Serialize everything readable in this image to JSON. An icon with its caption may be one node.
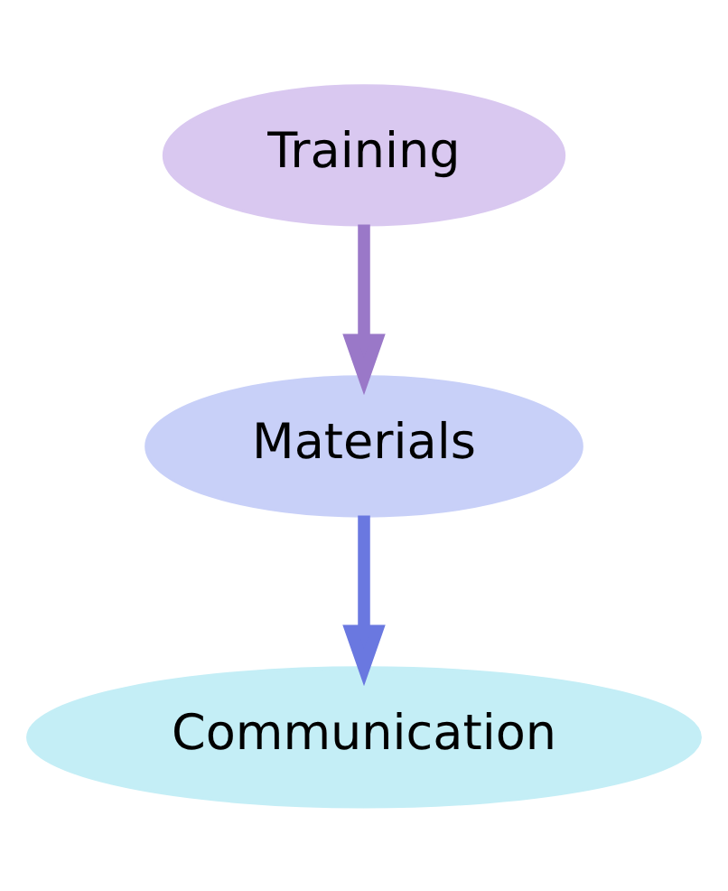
{
  "diagram": {
    "nodes": [
      {
        "text": [
          "Training"
        ]
      },
      {
        "text": [
          "Materials"
        ]
      },
      {
        "text": [
          "Communication"
        ]
      }
    ],
    "edges": [
      {
        "from": 0,
        "to": 1,
        "arrow": "to",
        "color": "#9a78c8"
      },
      {
        "from": 1,
        "to": 2,
        "arrow": "to",
        "color": "#6a78e0"
      }
    ]
  }
}
